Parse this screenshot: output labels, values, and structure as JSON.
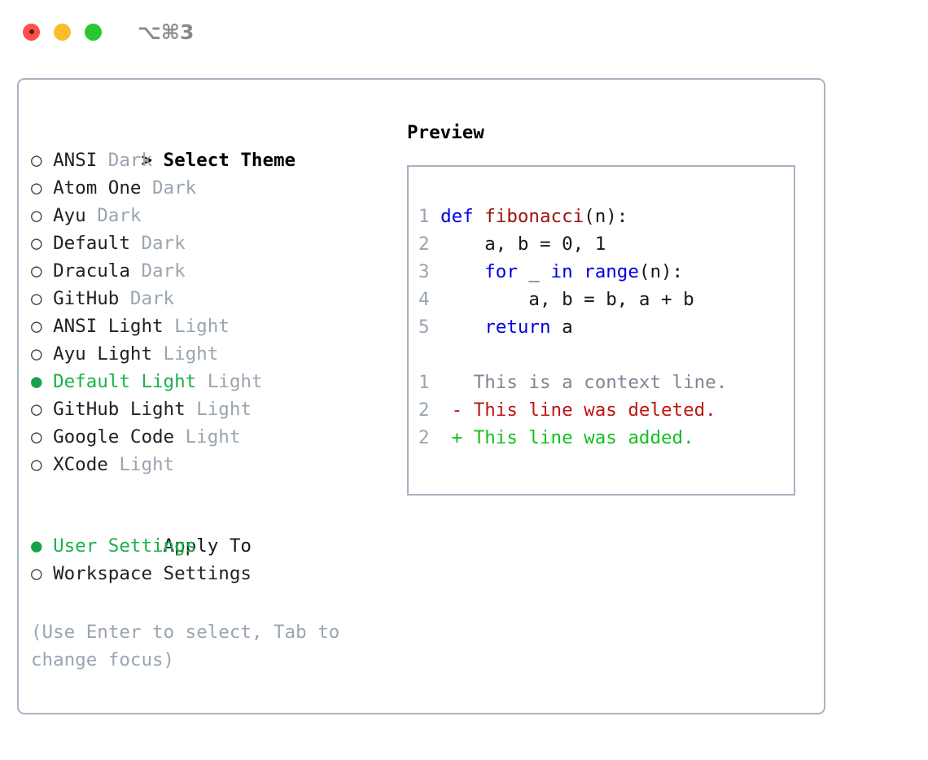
{
  "titlebar": {
    "shortcut": "⌥⌘3",
    "buttons": [
      {
        "name": "close",
        "color": "#f9514a"
      },
      {
        "name": "minimize",
        "color": "#fbbd2e"
      },
      {
        "name": "zoom",
        "color": "#29c732"
      }
    ]
  },
  "theme_section": {
    "header": "Select Theme",
    "header_prefix": "> ",
    "focused": true,
    "bullet_selected": "●",
    "bullet_unselected": "○",
    "items": [
      {
        "label": "ANSI",
        "tag": "Dark",
        "selected": false
      },
      {
        "label": "Atom One",
        "tag": "Dark",
        "selected": false
      },
      {
        "label": "Ayu",
        "tag": "Dark",
        "selected": false
      },
      {
        "label": "Default",
        "tag": "Dark",
        "selected": false
      },
      {
        "label": "Dracula",
        "tag": "Dark",
        "selected": false
      },
      {
        "label": "GitHub",
        "tag": "Dark",
        "selected": false
      },
      {
        "label": "ANSI Light",
        "tag": "Light",
        "selected": false
      },
      {
        "label": "Ayu Light",
        "tag": "Light",
        "selected": false
      },
      {
        "label": "Default Light",
        "tag": "Light",
        "selected": true
      },
      {
        "label": "GitHub Light",
        "tag": "Light",
        "selected": false
      },
      {
        "label": "Google Code",
        "tag": "Light",
        "selected": false
      },
      {
        "label": "XCode",
        "tag": "Light",
        "selected": false
      }
    ]
  },
  "apply_section": {
    "header": "Apply To",
    "header_prefix": "  ",
    "focused": false,
    "items": [
      {
        "label": "User Settings",
        "selected": true
      },
      {
        "label": "Workspace Settings",
        "selected": false
      }
    ]
  },
  "help_text": "(Use Enter to select, Tab to change focus)",
  "preview": {
    "title": "Preview",
    "code_lines": [
      {
        "num": "1",
        "tokens": [
          {
            "t": "def",
            "c": "kw"
          },
          {
            "t": " ",
            "c": "pl"
          },
          {
            "t": "fibonacci",
            "c": "fn"
          },
          {
            "t": "(n):",
            "c": "pl"
          }
        ]
      },
      {
        "num": "2",
        "tokens": [
          {
            "t": "    a, b = 0, 1",
            "c": "pl"
          }
        ]
      },
      {
        "num": "3",
        "tokens": [
          {
            "t": "    ",
            "c": "pl"
          },
          {
            "t": "for",
            "c": "kw"
          },
          {
            "t": " _ ",
            "c": "pl"
          },
          {
            "t": "in",
            "c": "kw"
          },
          {
            "t": " ",
            "c": "pl"
          },
          {
            "t": "range",
            "c": "kw"
          },
          {
            "t": "(n):",
            "c": "pl"
          }
        ]
      },
      {
        "num": "4",
        "tokens": [
          {
            "t": "        a, b = b, a + b",
            "c": "pl"
          }
        ]
      },
      {
        "num": "5",
        "tokens": [
          {
            "t": "    ",
            "c": "pl"
          },
          {
            "t": "return",
            "c": "kw"
          },
          {
            "t": " a",
            "c": "pl"
          }
        ]
      }
    ],
    "diff_lines": [
      {
        "num": "1",
        "marker": "  ",
        "text": "This is a context line.",
        "kind": "ctx"
      },
      {
        "num": "2",
        "marker": "- ",
        "text": "This line was deleted.",
        "kind": "del"
      },
      {
        "num": "2",
        "marker": "+ ",
        "text": "This line was added.",
        "kind": "add"
      }
    ]
  },
  "colors": {
    "selection_green": "#17b34a",
    "tag_gray": "#9aa5b1",
    "border": "#a9b3c1",
    "keyword_blue": "#0000e0",
    "function_red": "#a01010",
    "diff_delete": "#c01515",
    "diff_add": "#11c21e"
  }
}
